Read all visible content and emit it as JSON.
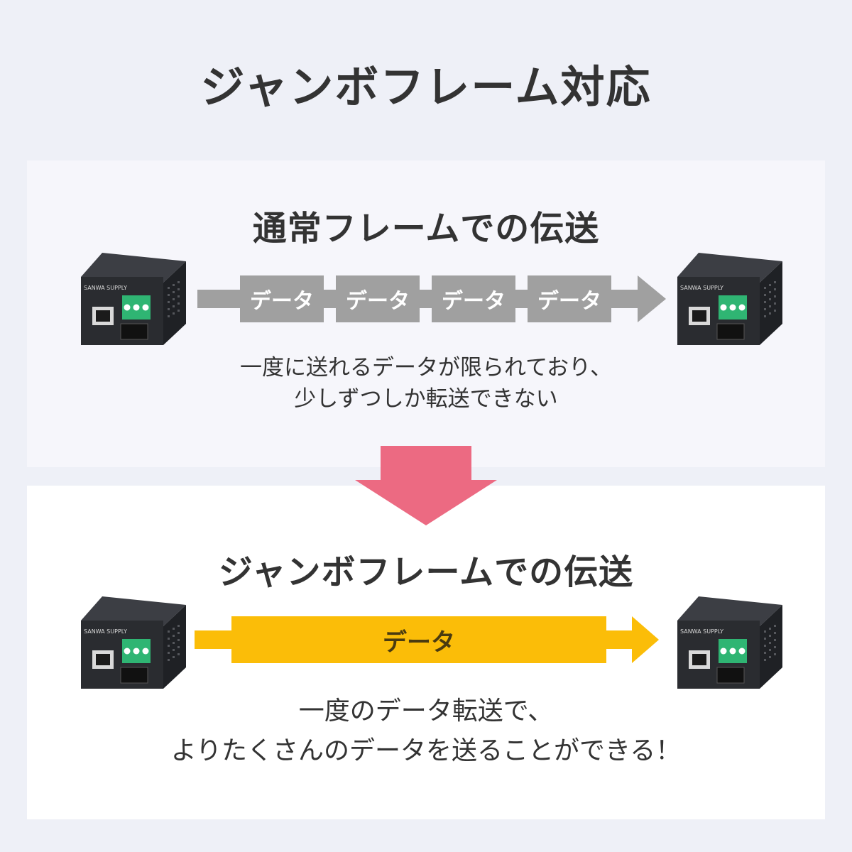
{
  "title": "ジャンボフレーム対応",
  "normal": {
    "heading": "通常フレームでの伝送",
    "chunks": [
      "データ",
      "データ",
      "データ",
      "データ"
    ],
    "description_lines": [
      "一度に送れるデータが限られており、",
      "少しずつしか転送できない"
    ],
    "arrow_color": "#a0a0a0"
  },
  "jumbo": {
    "heading": "ジャンボフレームでの伝送",
    "chunk_label": "データ",
    "description_lines": [
      "一度のデータ転送で、",
      "よりたくさんのデータを送ることができる！"
    ],
    "arrow_color": "#fbbd08"
  },
  "transition_arrow_color": "#ec6a82",
  "device": {
    "brand": "SANWA SUPPLY",
    "body_color": "#2a2c30",
    "terminal_color": "#2fb573"
  }
}
